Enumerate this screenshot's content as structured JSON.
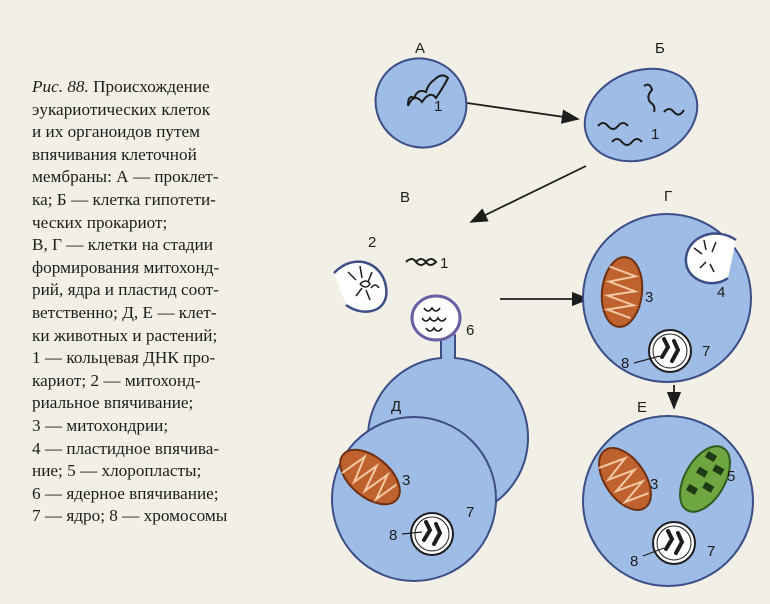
{
  "caption": {
    "figure_number": "Рис. 88.",
    "lines": [
      "Происхождение",
      "эукариотических клеток",
      "и их органоидов путем",
      "впячивания клеточной",
      "мембраны: А — проклет-",
      "ка; Б — клетка гипотети-",
      "ческих прокариот;",
      "В, Г — клетки на стадии",
      "формирования митохонд-",
      "рий, ядра и пластид соот-",
      "ветственно; Д, Е — клет-",
      "ки животных и растений;",
      "1 — кольцевая ДНК про-",
      "кариот; 2 — митохонд-",
      "риальное впячивание;",
      "3 — митохондрии;",
      "4 — пластидное впячива-",
      "ние; 5 — хлоропласты;",
      "6 — ядерное впячивание;",
      "7 — ядро; 8 — хромосомы"
    ]
  },
  "cells": {
    "A": {
      "letter": "А",
      "labels": [
        "1"
      ]
    },
    "B": {
      "letter": "Б",
      "labels": [
        "1"
      ]
    },
    "V": {
      "letter": "В",
      "labels": [
        "2",
        "1",
        "6"
      ]
    },
    "G": {
      "letter": "Г",
      "labels": [
        "3",
        "4",
        "8",
        "7"
      ]
    },
    "D": {
      "letter": "Д",
      "labels": [
        "3",
        "8",
        "7"
      ]
    },
    "E": {
      "letter": "Е",
      "labels": [
        "3",
        "5",
        "8",
        "7"
      ]
    }
  },
  "colors": {
    "cell_fill": "#9dbde6",
    "cell_stroke": "#3d4d86",
    "mitochondria": "#c0622e",
    "chloroplast": "#6ea641",
    "nucleus_fill": "#ffffff",
    "background": "#f1efe6"
  }
}
